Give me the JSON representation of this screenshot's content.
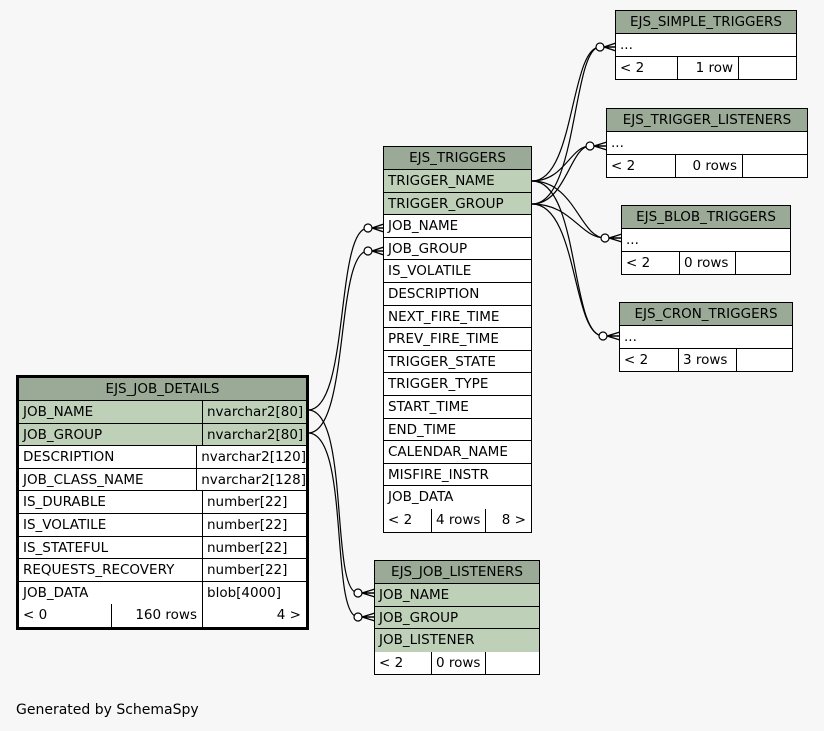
{
  "tables": {
    "job_details": {
      "name": "EJS_JOB_DETAILS",
      "columns": [
        {
          "name": "JOB_NAME",
          "type": "nvarchar2[80]",
          "pk": true
        },
        {
          "name": "JOB_GROUP",
          "type": "nvarchar2[80]",
          "pk": true
        },
        {
          "name": "DESCRIPTION",
          "type": "nvarchar2[120]",
          "pk": false
        },
        {
          "name": "JOB_CLASS_NAME",
          "type": "nvarchar2[128]",
          "pk": false
        },
        {
          "name": "IS_DURABLE",
          "type": "number[22]",
          "pk": false
        },
        {
          "name": "IS_VOLATILE",
          "type": "number[22]",
          "pk": false
        },
        {
          "name": "IS_STATEFUL",
          "type": "number[22]",
          "pk": false
        },
        {
          "name": "REQUESTS_RECOVERY",
          "type": "number[22]",
          "pk": false
        },
        {
          "name": "JOB_DATA",
          "type": "blob[4000]",
          "pk": false
        }
      ],
      "footer": {
        "parents": "< 0",
        "rows": "160 rows",
        "children": "4 >"
      }
    },
    "triggers": {
      "name": "EJS_TRIGGERS",
      "columns": [
        {
          "name": "TRIGGER_NAME",
          "pk": true
        },
        {
          "name": "TRIGGER_GROUP",
          "pk": true
        },
        {
          "name": "JOB_NAME",
          "pk": false
        },
        {
          "name": "JOB_GROUP",
          "pk": false
        },
        {
          "name": "IS_VOLATILE",
          "pk": false
        },
        {
          "name": "DESCRIPTION",
          "pk": false
        },
        {
          "name": "NEXT_FIRE_TIME",
          "pk": false
        },
        {
          "name": "PREV_FIRE_TIME",
          "pk": false
        },
        {
          "name": "TRIGGER_STATE",
          "pk": false
        },
        {
          "name": "TRIGGER_TYPE",
          "pk": false
        },
        {
          "name": "START_TIME",
          "pk": false
        },
        {
          "name": "END_TIME",
          "pk": false
        },
        {
          "name": "CALENDAR_NAME",
          "pk": false
        },
        {
          "name": "MISFIRE_INSTR",
          "pk": false
        },
        {
          "name": "JOB_DATA",
          "pk": false
        }
      ],
      "footer": {
        "parents": "< 2",
        "rows": "4 rows",
        "children": "8 >"
      }
    },
    "job_listeners": {
      "name": "EJS_JOB_LISTENERS",
      "columns": [
        {
          "name": "JOB_NAME",
          "pk": true
        },
        {
          "name": "JOB_GROUP",
          "pk": true
        },
        {
          "name": "JOB_LISTENER",
          "pk": true
        }
      ],
      "footer": {
        "parents": "< 2",
        "rows": "0 rows"
      }
    },
    "simple_triggers": {
      "name": "EJS_SIMPLE_TRIGGERS",
      "ellipsis": "...",
      "footer": {
        "parents": "< 2",
        "rows": "1 row"
      }
    },
    "trigger_listeners": {
      "name": "EJS_TRIGGER_LISTENERS",
      "ellipsis": "...",
      "footer": {
        "parents": "< 2",
        "rows": "0 rows"
      }
    },
    "blob_triggers": {
      "name": "EJS_BLOB_TRIGGERS",
      "ellipsis": "...",
      "footer": {
        "parents": "< 2",
        "rows": "0 rows"
      }
    },
    "cron_triggers": {
      "name": "EJS_CRON_TRIGGERS",
      "ellipsis": "...",
      "footer": {
        "parents": "< 2",
        "rows": "3 rows"
      }
    }
  },
  "footer_note": "Generated by SchemaSpy",
  "colors": {
    "header": "#9aaa96",
    "primary_key": "#bfd0b8",
    "background": "#f7f7f7"
  }
}
